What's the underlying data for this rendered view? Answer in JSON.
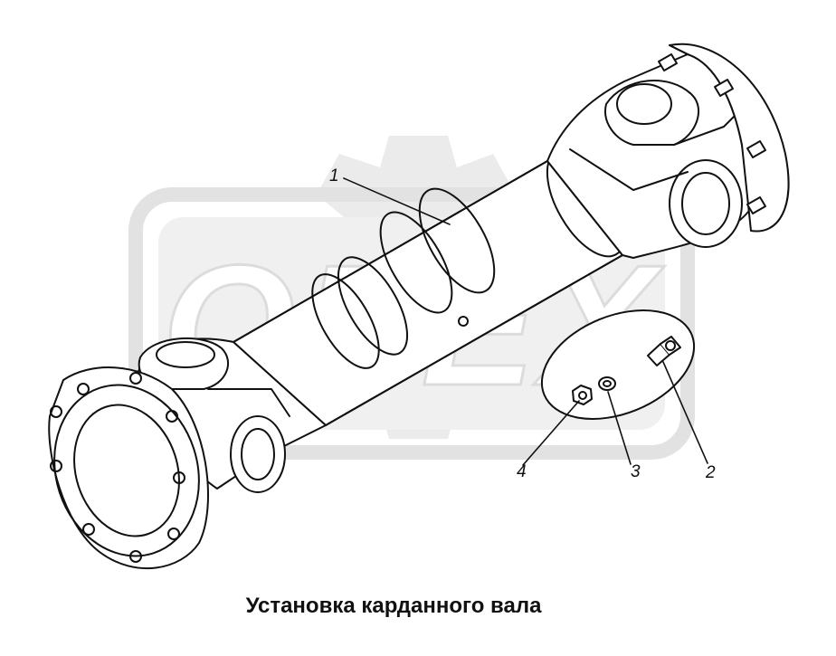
{
  "title": "Установка карданного вала",
  "callouts": [
    {
      "id": "1",
      "label": "1",
      "part": "cardan-shaft"
    },
    {
      "id": "2",
      "label": "2",
      "part": "bolt"
    },
    {
      "id": "3",
      "label": "3",
      "part": "lock-washer"
    },
    {
      "id": "4",
      "label": "4",
      "part": "nut"
    }
  ],
  "watermark": {
    "text": "OPEX",
    "color": "#e6e6e6"
  },
  "colors": {
    "ink": "#111111",
    "watermark": "#e6e6e6",
    "background": "#ffffff"
  }
}
